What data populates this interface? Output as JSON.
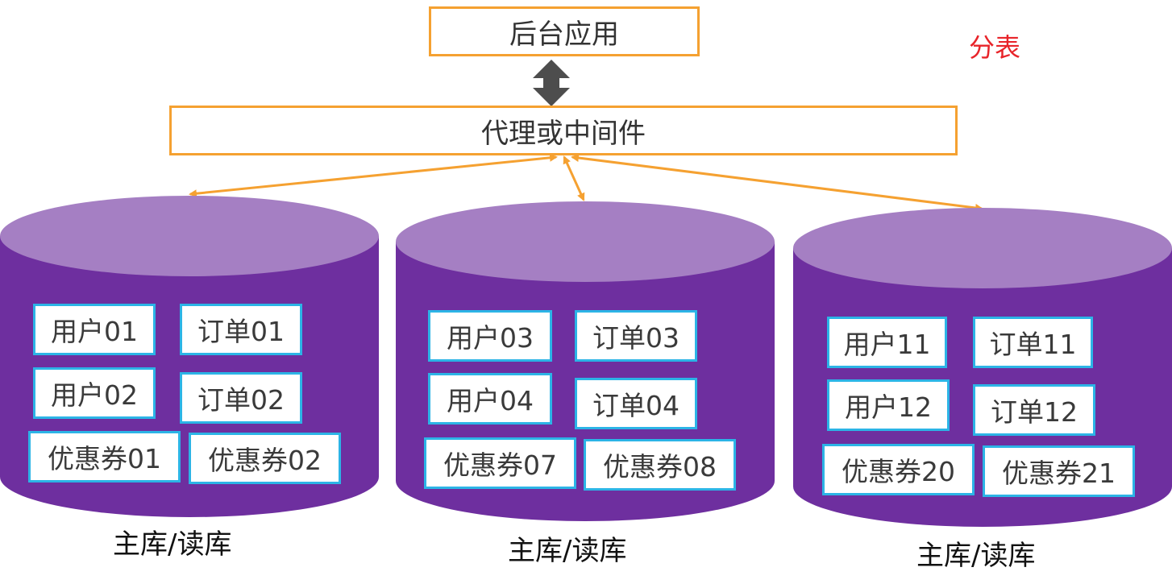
{
  "title": "分表",
  "app_label": "后台应用",
  "proxy_label": "代理或中间件",
  "colors": {
    "box_border": "#f5a131",
    "arrow": "#f5a131",
    "bidirectional_arrow": "#4d4d4d",
    "cylinder_body": "#6e2f9f",
    "cylinder_top": "#a57fc3",
    "tile_border": "#2cb4e6",
    "title": "#e8242a"
  },
  "databases": [
    {
      "label": "主库/读库",
      "tables": [
        "用户01",
        "订单01",
        "用户02",
        "订单02",
        "优惠券01",
        "优惠券02"
      ]
    },
    {
      "label": "主库/读库",
      "tables": [
        "用户03",
        "订单03",
        "用户04",
        "订单04",
        "优惠券07",
        "优惠券08"
      ]
    },
    {
      "label": "主库/读库",
      "tables": [
        "用户11",
        "订单11",
        "用户12",
        "订单12",
        "优惠券20",
        "优惠券21"
      ]
    }
  ]
}
